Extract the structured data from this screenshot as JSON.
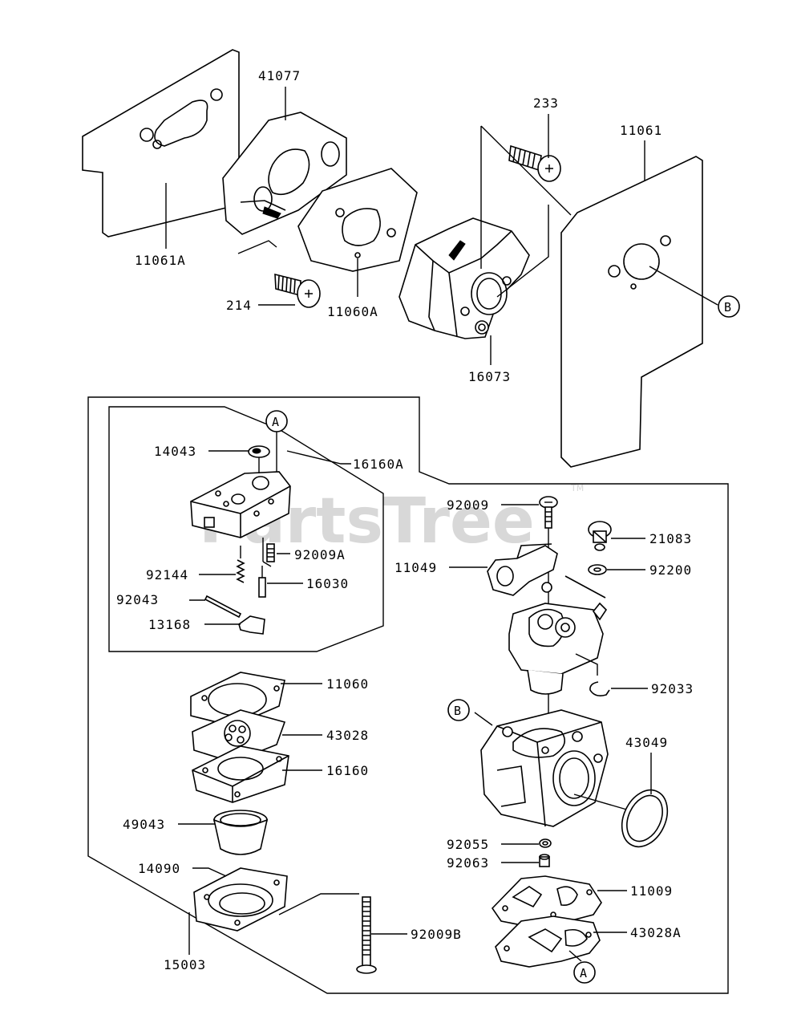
{
  "watermark": "PartsTree",
  "trademark": "TM",
  "callouts": {
    "A": "A",
    "B": "B"
  },
  "labels": {
    "p41077": "41077",
    "p233": "233",
    "p11061": "11061",
    "p11061A": "11061A",
    "p214": "214",
    "p11060A": "11060A",
    "p16073": "16073",
    "p14043": "14043",
    "p16160A": "16160A",
    "p92009": "92009",
    "p21083": "21083",
    "p92009A": "92009A",
    "p11049": "11049",
    "p92200": "92200",
    "p92144": "92144",
    "p16030": "16030",
    "p92043": "92043",
    "p13168": "13168",
    "p11060": "11060",
    "p92033": "92033",
    "p43028": "43028",
    "p43049": "43049",
    "p16160": "16160",
    "p49043": "49043",
    "p92055": "92055",
    "p92063": "92063",
    "p14090": "14090",
    "p11009": "11009",
    "p43028A": "43028A",
    "p92009B": "92009B",
    "p15003": "15003"
  }
}
